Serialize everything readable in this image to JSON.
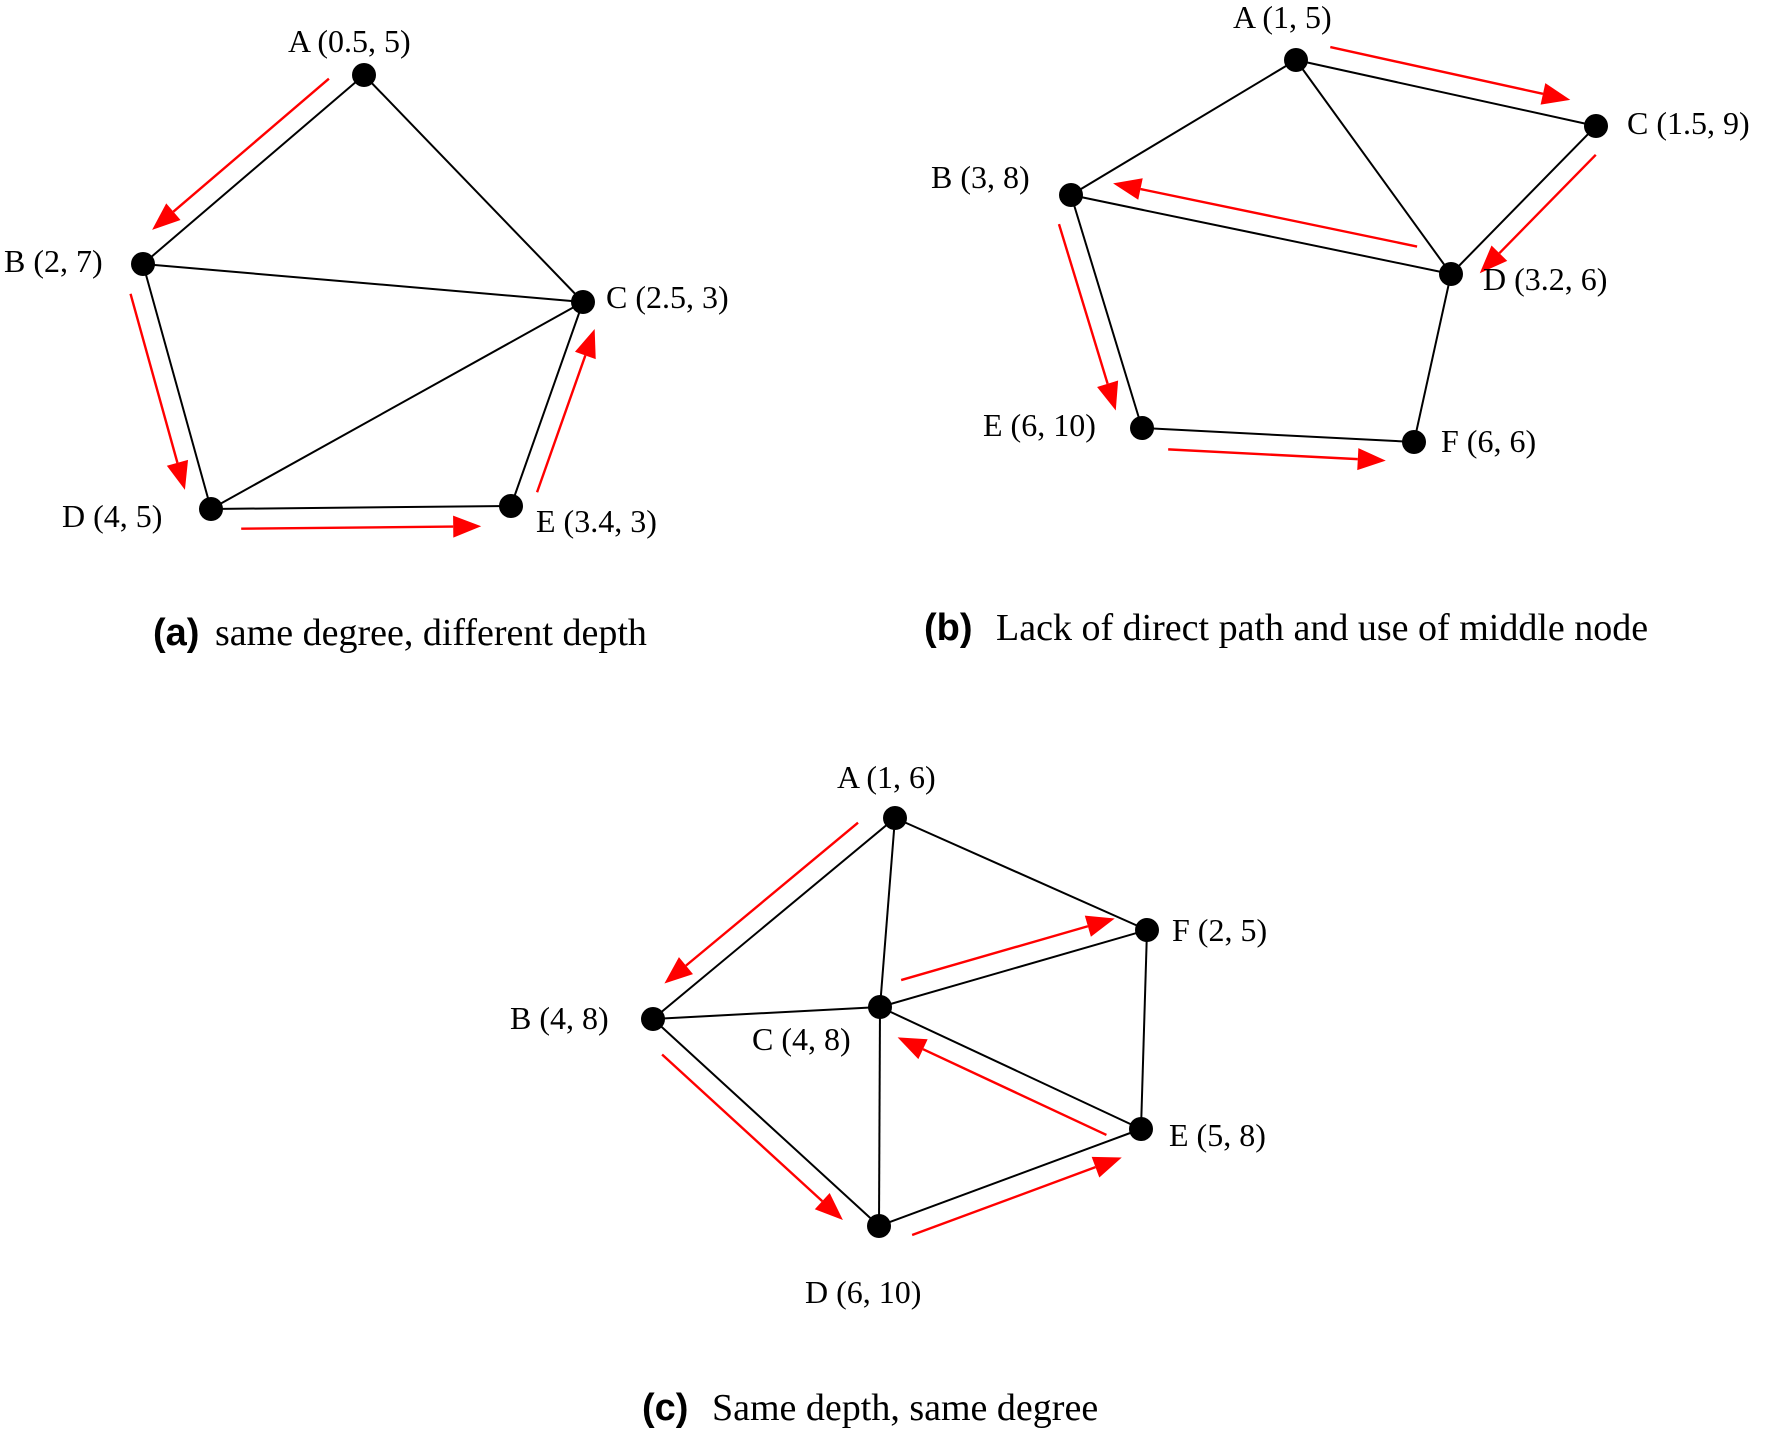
{
  "colors": {
    "edge": "#000000",
    "arrow": "#ff0000",
    "node": "#000000"
  },
  "panels": [
    {
      "id": "a",
      "caption": {
        "letter": "(a)",
        "text": "same degree, different depth"
      },
      "nodes": [
        {
          "id": "A",
          "label": "A (0.5, 5)"
        },
        {
          "id": "B",
          "label": "B (2, 7)"
        },
        {
          "id": "C",
          "label": "C (2.5, 3)"
        },
        {
          "id": "D",
          "label": "D (4, 5)"
        },
        {
          "id": "E",
          "label": "E (3.4, 3)"
        }
      ],
      "edges": [
        [
          "A",
          "B"
        ],
        [
          "A",
          "C"
        ],
        [
          "B",
          "C"
        ],
        [
          "B",
          "D"
        ],
        [
          "C",
          "D"
        ],
        [
          "C",
          "E"
        ],
        [
          "D",
          "E"
        ]
      ],
      "path": [
        [
          "A",
          "B"
        ],
        [
          "B",
          "D"
        ],
        [
          "D",
          "E"
        ],
        [
          "E",
          "C"
        ]
      ]
    },
    {
      "id": "b",
      "caption": {
        "letter": "(b)",
        "text": "Lack of direct path and use of middle node"
      },
      "nodes": [
        {
          "id": "A",
          "label": "A (1, 5)"
        },
        {
          "id": "B",
          "label": "B (3, 8)"
        },
        {
          "id": "C",
          "label": "C (1.5, 9)"
        },
        {
          "id": "D",
          "label": "D (3.2, 6)"
        },
        {
          "id": "E",
          "label": "E (6, 10)"
        },
        {
          "id": "F",
          "label": "F (6, 6)"
        }
      ],
      "edges": [
        [
          "A",
          "B"
        ],
        [
          "A",
          "C"
        ],
        [
          "A",
          "D"
        ],
        [
          "B",
          "D"
        ],
        [
          "C",
          "D"
        ],
        [
          "B",
          "E"
        ],
        [
          "D",
          "F"
        ],
        [
          "E",
          "F"
        ]
      ],
      "path": [
        [
          "A",
          "C"
        ],
        [
          "C",
          "D"
        ],
        [
          "D",
          "B"
        ],
        [
          "B",
          "E"
        ],
        [
          "E",
          "F"
        ]
      ]
    },
    {
      "id": "c",
      "caption": {
        "letter": "(c)",
        "text": "Same depth, same degree"
      },
      "nodes": [
        {
          "id": "A",
          "label": "A (1, 6)"
        },
        {
          "id": "B",
          "label": "B (4, 8)"
        },
        {
          "id": "C",
          "label": "C (4, 8)"
        },
        {
          "id": "D",
          "label": "D (6, 10)"
        },
        {
          "id": "E",
          "label": "E (5, 8)"
        },
        {
          "id": "F",
          "label": "F (2, 5)"
        }
      ],
      "edges": [
        [
          "A",
          "B"
        ],
        [
          "A",
          "C"
        ],
        [
          "A",
          "F"
        ],
        [
          "B",
          "C"
        ],
        [
          "B",
          "D"
        ],
        [
          "C",
          "D"
        ],
        [
          "C",
          "F"
        ],
        [
          "C",
          "E"
        ],
        [
          "D",
          "E"
        ],
        [
          "E",
          "F"
        ]
      ],
      "path": [
        [
          "A",
          "B"
        ],
        [
          "B",
          "D"
        ],
        [
          "D",
          "E"
        ],
        [
          "E",
          "C"
        ],
        [
          "C",
          "F"
        ]
      ]
    }
  ]
}
